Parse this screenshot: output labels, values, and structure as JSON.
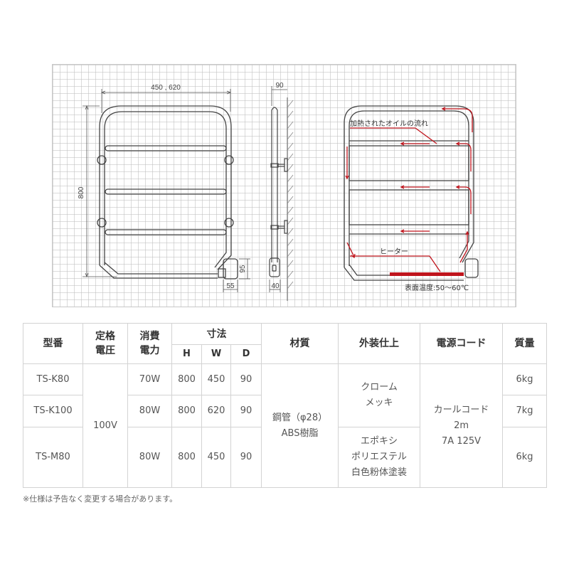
{
  "diagram": {
    "front_view": {
      "width_label": "450 , 620",
      "height_label": "800",
      "plug_height_label": "95",
      "plug_width_label": "55"
    },
    "side_view": {
      "depth_label": "90",
      "plug_depth_label": "40"
    },
    "flow_view": {
      "oil_flow_label": "加熱されたオイルの流れ",
      "heater_label": "ヒーター",
      "surface_temp_label": "表面温度:50～60℃"
    },
    "colors": {
      "line": "#444444",
      "accent_red": "#c0141c",
      "grid": "#bebebe"
    }
  },
  "table": {
    "headers": {
      "model": "型番",
      "voltage": "定格\n電圧",
      "voltage_l1": "定格",
      "voltage_l2": "電圧",
      "power_l1": "消費",
      "power_l2": "電力",
      "dimensions": "寸法",
      "h": "H",
      "w": "W",
      "d": "D",
      "material": "材質",
      "finish": "外装仕上",
      "cord": "電源コード",
      "weight": "質量"
    },
    "rows": [
      {
        "model": "TS-K80",
        "power": "70W",
        "h": "800",
        "w": "450",
        "d": "90",
        "weight": "6kg"
      },
      {
        "model": "TS-K100",
        "power": "80W",
        "h": "800",
        "w": "620",
        "d": "90",
        "weight": "7kg"
      },
      {
        "model": "TS-M80",
        "power": "80W",
        "h": "800",
        "w": "450",
        "d": "90",
        "weight": "6kg"
      }
    ],
    "shared": {
      "voltage": "100V",
      "material_l1": "鋼管（φ28）",
      "material_l2": "ABS樹脂",
      "finish_chrome_l1": "クローム",
      "finish_chrome_l2": "メッキ",
      "finish_epoxy_l1": "エポキシ",
      "finish_epoxy_l2": "ポリエステル",
      "finish_epoxy_l3": "白色粉体塗装",
      "cord_l1": "カールコード",
      "cord_l2": "2m",
      "cord_l3": "7A 125V"
    }
  },
  "note": "※仕様は予告なく変更する場合があります。"
}
